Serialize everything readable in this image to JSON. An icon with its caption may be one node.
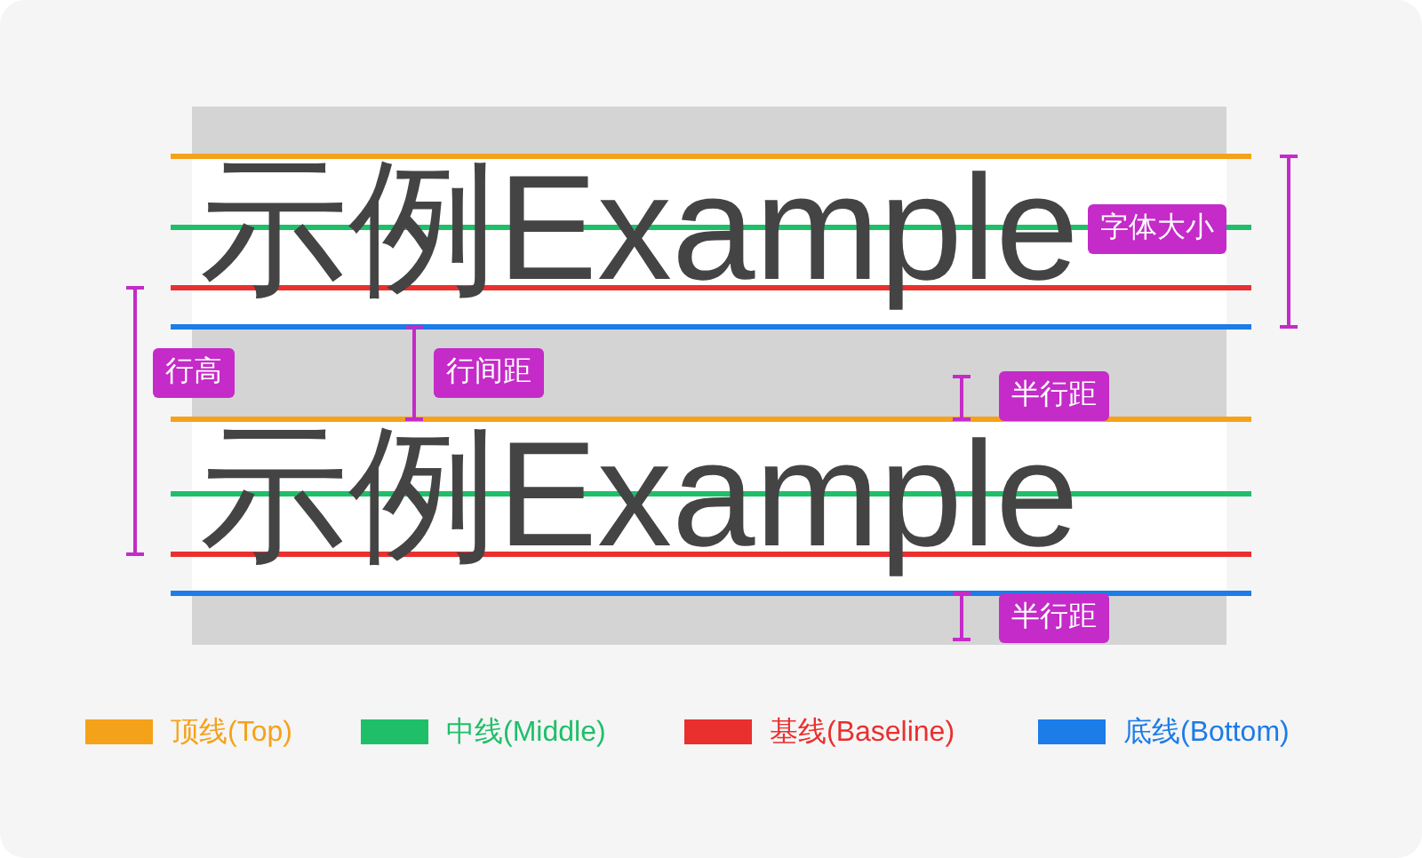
{
  "diagram": {
    "nodes": [
      {
        "text": [
          "字体大小"
        ]
      },
      {
        "text": [
          "行高"
        ]
      },
      {
        "text": [
          "行间距"
        ]
      },
      {
        "text": [
          "半行距"
        ]
      },
      {
        "text": [
          "半行距"
        ]
      }
    ],
    "labels": [
      "示例Example",
      "示例Example"
    ],
    "legend": [
      {
        "text": "顶线(Top)",
        "color": "#f5a21b"
      },
      {
        "text": "中线(Middle)",
        "color": "#1fbf6a"
      },
      {
        "text": "基线(Baseline)",
        "color": "#ea2f2f"
      },
      {
        "text": "底线(Bottom)",
        "color": "#1c7ce8"
      }
    ]
  }
}
